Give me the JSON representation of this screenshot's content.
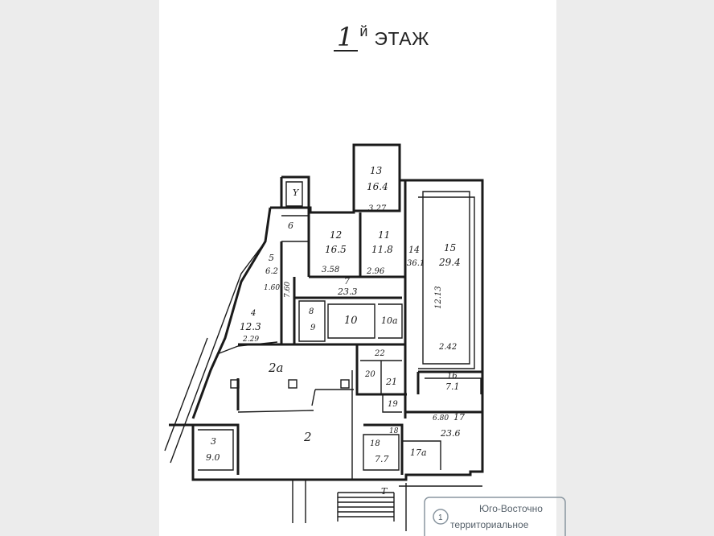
{
  "title": {
    "number": "1",
    "suffix": "й",
    "text": "ЭТАЖ"
  },
  "rooms": [
    {
      "id": "r13",
      "name": "13",
      "area": "16.4",
      "note": "3.27"
    },
    {
      "id": "r12",
      "name": "12",
      "area": "16.5",
      "note": "3.58"
    },
    {
      "id": "r11",
      "name": "11",
      "area": "11.8",
      "note": "2.96"
    },
    {
      "id": "r14",
      "name": "14",
      "area": "36.1",
      "note": "12.13"
    },
    {
      "id": "r15",
      "name": "15",
      "area": "29.4",
      "note": "2.42"
    },
    {
      "id": "r5",
      "name": "5",
      "area": "6.2",
      "note": "1.60"
    },
    {
      "id": "r7",
      "name": "7",
      "area": "23.3",
      "note": "7.60"
    },
    {
      "id": "r4",
      "name": "4",
      "area": "12.3",
      "note": "2.29"
    },
    {
      "id": "r2a",
      "name": "2а",
      "area": "",
      "note": ""
    },
    {
      "id": "r2",
      "name": "2",
      "area": "",
      "note": ""
    },
    {
      "id": "r3",
      "name": "3",
      "area": "9.0",
      "note": ""
    },
    {
      "id": "r16",
      "name": "16",
      "area": "7.1",
      "note": ""
    },
    {
      "id": "r17",
      "name": "17",
      "area": "23.6",
      "note": "6.80"
    },
    {
      "id": "r17a",
      "name": "17а",
      "area": "",
      "note": ""
    },
    {
      "id": "r18",
      "name": "18",
      "area": "7.7",
      "note": ""
    }
  ],
  "small_labels": {
    "r6": "6",
    "r8": "8",
    "r9": "9",
    "r10": "10",
    "r10a": "10а",
    "r22": "22",
    "r20": "20",
    "r21": "21",
    "r19": "19",
    "r18top": "18",
    "entry_top": "Y",
    "entry_bottom": "Т"
  },
  "stamp": {
    "line1": "Юго-Восточно",
    "line2": "территориальное",
    "circle": "1"
  }
}
